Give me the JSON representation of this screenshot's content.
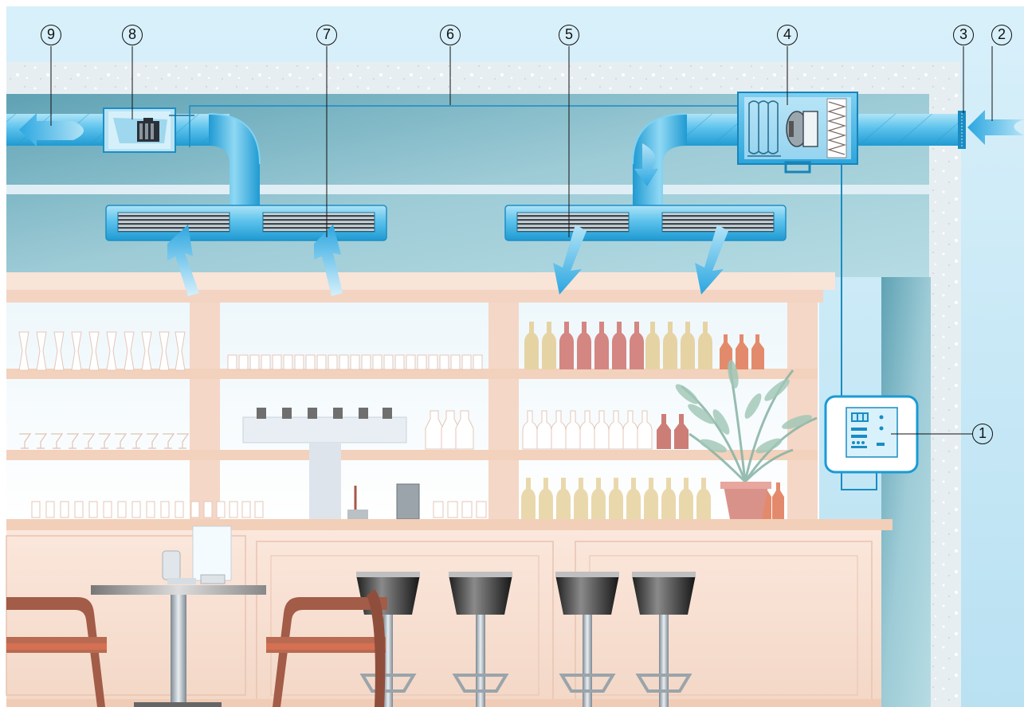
{
  "labels": [
    {
      "id": "control-panel",
      "number": "1"
    },
    {
      "id": "fresh-air-intake",
      "number": "2"
    },
    {
      "id": "intake-grille",
      "number": "3"
    },
    {
      "id": "air-handling-unit",
      "number": "4"
    },
    {
      "id": "supply-diffuser",
      "number": "5"
    },
    {
      "id": "control-line",
      "number": "6"
    },
    {
      "id": "extract-diffuser",
      "number": "7"
    },
    {
      "id": "extract-fan",
      "number": "8"
    },
    {
      "id": "exhaust-air-outlet",
      "number": "9"
    }
  ],
  "colors": {
    "sky": "#cfeaf6",
    "wall": "#7fb8c6",
    "duct": "#5fc3ec",
    "duct_dark": "#1e9fd6",
    "airflow_arrow": "#3fb5e8",
    "bar_cabinet": "#f6ddd0",
    "wine_red": "#c8706a",
    "wine_gold": "#e6d3a4",
    "stool": "#3a3a3a",
    "chair_wood": "#a05a48",
    "plant": "#88b4a4"
  },
  "icons": [
    "fan-icon",
    "heat-exchanger-icon",
    "filter-icon",
    "airflow-arrow-icon"
  ]
}
